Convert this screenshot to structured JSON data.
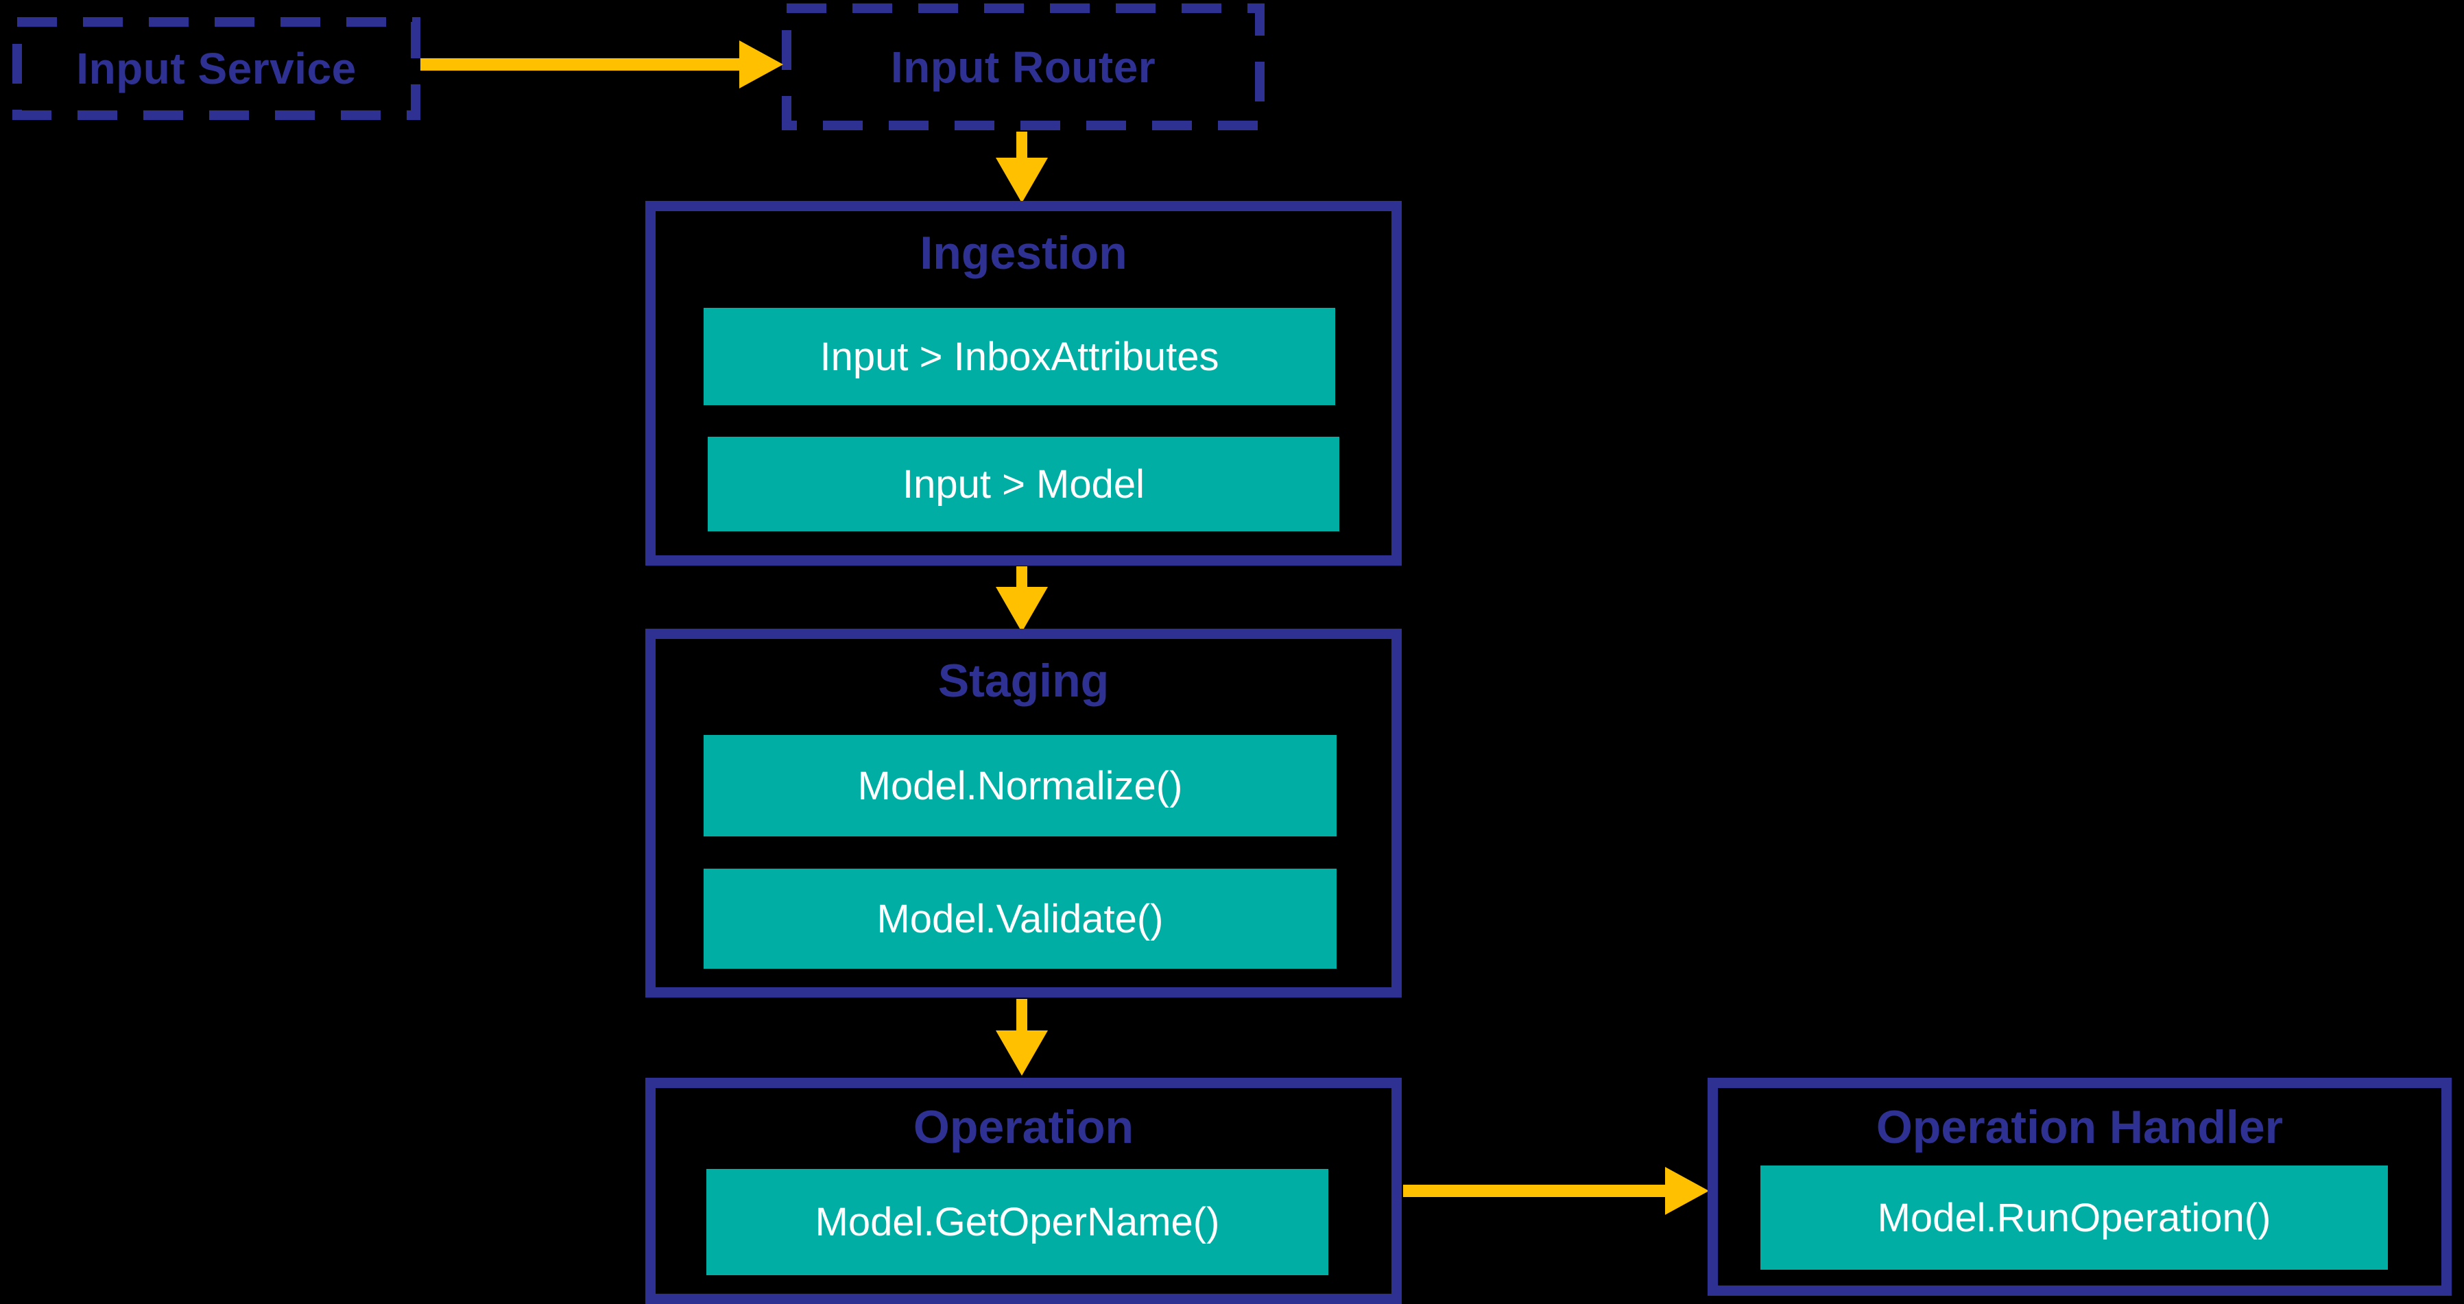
{
  "colors": {
    "navy": "#2E3192",
    "teal": "#00AEA4",
    "arrow": "#FFC000",
    "pill-text": "#FFFFFF",
    "bg": "#000000"
  },
  "nodes": {
    "input_service": {
      "label": "Input Service"
    },
    "input_router": {
      "label": "Input Router"
    },
    "ingestion": {
      "title": "Ingestion",
      "pills": [
        "Input > InboxAttributes",
        "Input > Model"
      ]
    },
    "staging": {
      "title": "Staging",
      "pills": [
        "Model.Normalize()",
        "Model.Validate()"
      ]
    },
    "operation": {
      "title": "Operation",
      "pills": [
        "Model.GetOperName()"
      ]
    },
    "operation_handler": {
      "title": "Operation Handler",
      "pills": [
        "Model.RunOperation()"
      ]
    }
  },
  "connections": [
    {
      "from": "input_service",
      "to": "input_router"
    },
    {
      "from": "input_router",
      "to": "ingestion"
    },
    {
      "from": "ingestion",
      "to": "staging"
    },
    {
      "from": "staging",
      "to": "operation"
    },
    {
      "from": "operation",
      "to": "operation_handler"
    }
  ]
}
